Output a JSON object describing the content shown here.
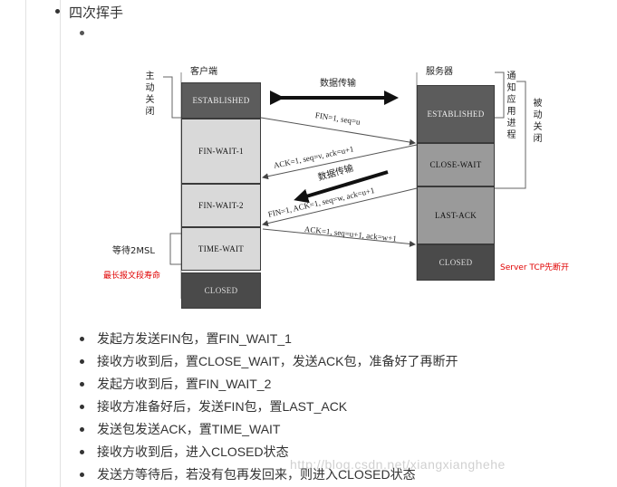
{
  "top_item": "四次挥手",
  "diagram": {
    "client_label": "客户端",
    "server_label": "服务器",
    "data_transfer_label": "数据传输",
    "data_transfer_label_2": "数据传输",
    "active_close": [
      "主",
      "动",
      "关",
      "闭"
    ],
    "notify_app": [
      "通",
      "知",
      "应",
      "用",
      "进",
      "程"
    ],
    "passive_close": [
      "被",
      "动",
      "关",
      "闭"
    ],
    "wait_2msl": "等待2MSL",
    "max_segment_life": "最长报文段寿命",
    "server_tcp_first": "Server TCP先断开",
    "client_states": [
      "ESTABLISHED",
      "FIN-WAIT-1",
      "FIN-WAIT-2",
      "TIME-WAIT",
      "CLOSED"
    ],
    "server_states": [
      "ESTABLISHED",
      "CLOSE-WAIT",
      "LAST-ACK",
      "CLOSED"
    ],
    "messages": [
      "FIN=1, seq=u",
      "ACK=1, seq=v, ack=u+1",
      "FIN=1, ACK=1, seq=w, ack=u+1",
      "ACK=1, seq=u+1, ack=w+1"
    ]
  },
  "steps": [
    "发起方发送FIN包，置FIN_WAIT_1",
    "接收方收到后，置CLOSE_WAIT，发送ACK包，准备好了再断开",
    "发起方收到后，置FIN_WAIT_2",
    "接收方准备好后，发送FIN包，置LAST_ACK",
    "发送包发送ACK，置TIME_WAIT",
    "接收方收到后，进入CLOSED状态",
    "发送方等待后，若没有包再发回来，则进入CLOSED状态"
  ],
  "watermark": "http://blog.csdn.net/xiangxianghehe"
}
